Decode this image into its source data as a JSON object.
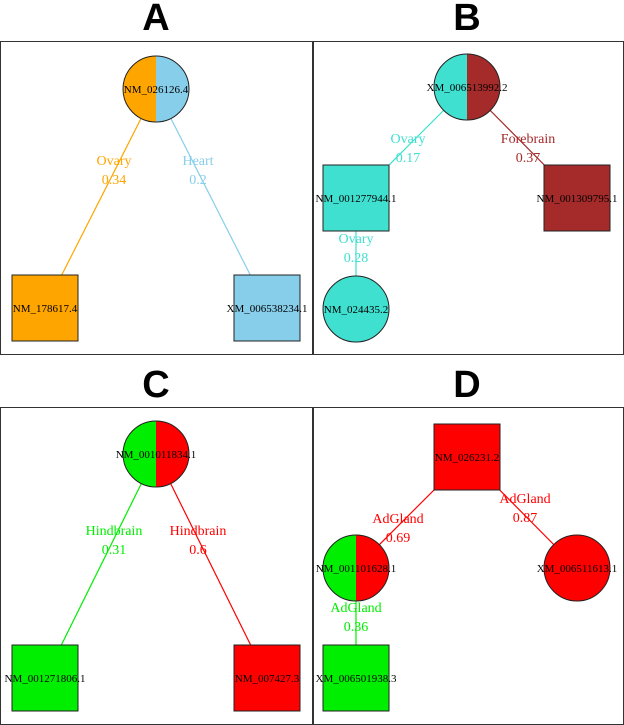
{
  "colors": {
    "orange": "#ffa500",
    "skyblue": "#87ceeb",
    "turquoise": "#40e0d0",
    "brown": "#a52a2a",
    "green": "#00ee00",
    "red": "#ff0000",
    "border": "#333333"
  },
  "panels": [
    {
      "letter": "A",
      "nodes": [
        {
          "id": "a_root",
          "label": "NM_026126.4",
          "shape": "circle-split",
          "colors": [
            "orange",
            "skyblue"
          ]
        },
        {
          "id": "a_left",
          "label": "NM_178617.4",
          "shape": "square",
          "colors": [
            "orange"
          ]
        },
        {
          "id": "a_right",
          "label": "XM_006538234.1",
          "shape": "square",
          "colors": [
            "skyblue"
          ]
        }
      ],
      "edges": [
        {
          "from": "a_root",
          "to": "a_left",
          "color": "orange",
          "tissue": "Ovary",
          "value": "0.34"
        },
        {
          "from": "a_root",
          "to": "a_right",
          "color": "skyblue",
          "tissue": "Heart",
          "value": "0.2"
        }
      ]
    },
    {
      "letter": "B",
      "nodes": [
        {
          "id": "b_root",
          "label": "XM_006513992.2",
          "shape": "circle-split",
          "colors": [
            "turquoise",
            "brown"
          ]
        },
        {
          "id": "b_left",
          "label": "NM_001277944.1",
          "shape": "square",
          "colors": [
            "turquoise"
          ]
        },
        {
          "id": "b_right",
          "label": "NM_001309795.1",
          "shape": "square",
          "colors": [
            "brown"
          ]
        },
        {
          "id": "b_child",
          "label": "NM_024435.2",
          "shape": "circle",
          "colors": [
            "turquoise"
          ]
        }
      ],
      "edges": [
        {
          "from": "b_root",
          "to": "b_left",
          "color": "turquoise",
          "tissue": "Ovary",
          "value": "0.17"
        },
        {
          "from": "b_root",
          "to": "b_right",
          "color": "brown",
          "tissue": "Forebrain",
          "value": "0.37"
        },
        {
          "from": "b_left",
          "to": "b_child",
          "color": "turquoise",
          "tissue": "Ovary",
          "value": "0.28"
        }
      ]
    },
    {
      "letter": "C",
      "nodes": [
        {
          "id": "c_root",
          "label": "NM_001011834.1",
          "shape": "circle-split",
          "colors": [
            "green",
            "red"
          ]
        },
        {
          "id": "c_left",
          "label": "NM_001271806.1",
          "shape": "square",
          "colors": [
            "green"
          ]
        },
        {
          "id": "c_right",
          "label": "NM_007427.3",
          "shape": "square",
          "colors": [
            "red"
          ]
        }
      ],
      "edges": [
        {
          "from": "c_root",
          "to": "c_left",
          "color": "green",
          "tissue": "Hindbrain",
          "value": "0.31"
        },
        {
          "from": "c_root",
          "to": "c_right",
          "color": "red",
          "tissue": "Hindbrain",
          "value": "0.6"
        }
      ]
    },
    {
      "letter": "D",
      "nodes": [
        {
          "id": "d_root",
          "label": "NM_026231.2",
          "shape": "square",
          "colors": [
            "red"
          ]
        },
        {
          "id": "d_mid",
          "label": "NM_001101628.1",
          "shape": "circle-split",
          "colors": [
            "green",
            "red"
          ]
        },
        {
          "id": "d_right",
          "label": "XM_006511613.1",
          "shape": "circle",
          "colors": [
            "red"
          ]
        },
        {
          "id": "d_child",
          "label": "XM_006501938.3",
          "shape": "square",
          "colors": [
            "green"
          ]
        }
      ],
      "edges": [
        {
          "from": "d_root",
          "to": "d_mid",
          "color": "red",
          "tissue": "AdGland",
          "value": "0.69"
        },
        {
          "from": "d_root",
          "to": "d_right",
          "color": "red",
          "tissue": "AdGland",
          "value": "0.87"
        },
        {
          "from": "d_mid",
          "to": "d_child",
          "color": "green",
          "tissue": "AdGland",
          "value": "0.36"
        }
      ]
    }
  ]
}
